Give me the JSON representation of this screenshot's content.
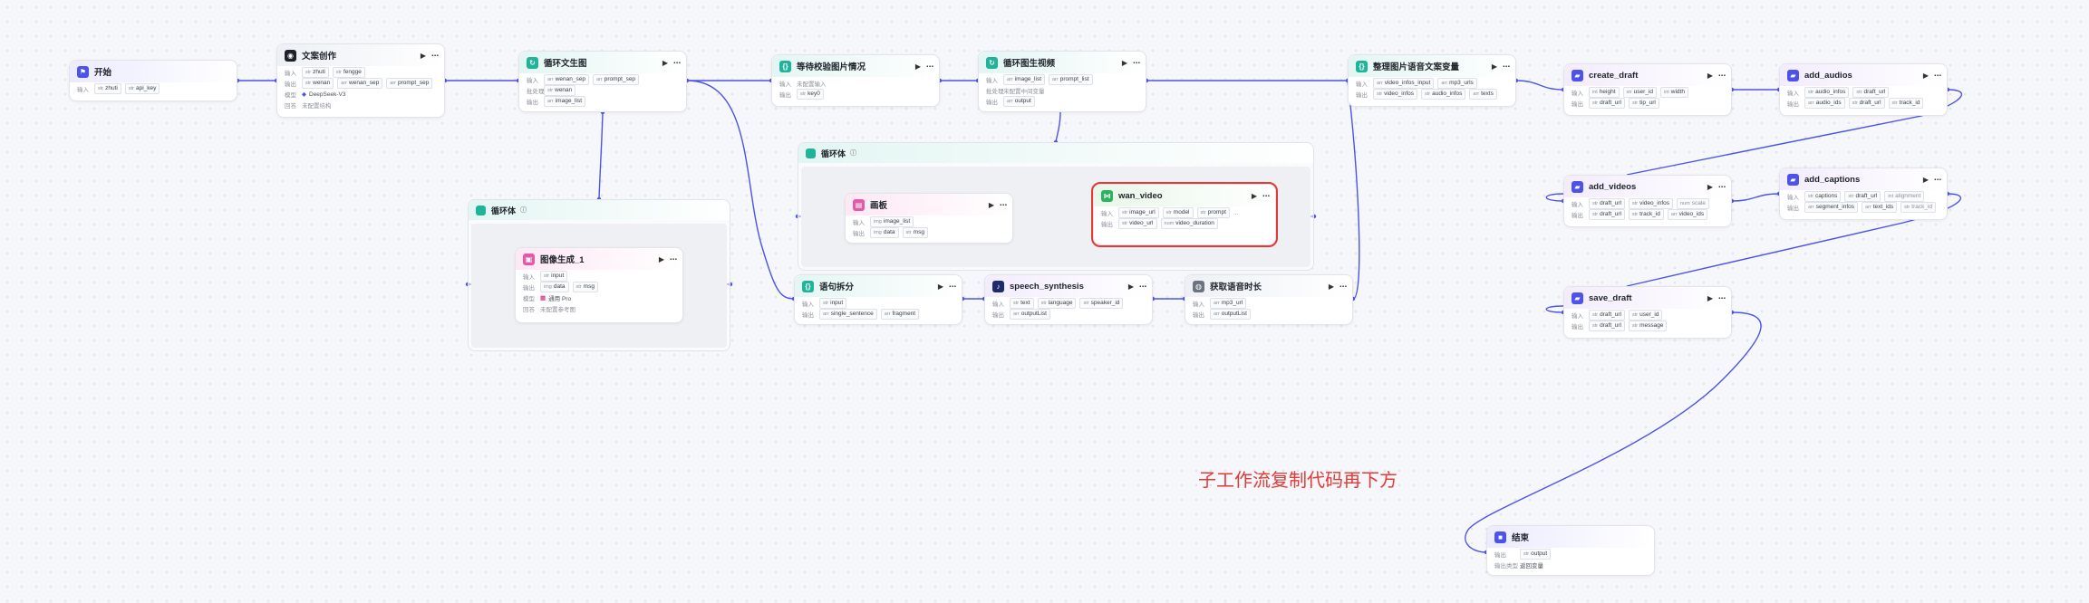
{
  "labels": {
    "in": "输入",
    "out": "输出",
    "model": "模型",
    "batch": "批处理",
    "reply": "回答",
    "output_type": "输出类型"
  },
  "nodes": {
    "start": {
      "title": "开始",
      "inputs": [
        "zhuti",
        "api_key"
      ]
    },
    "copywriting": {
      "title": "文案创作",
      "inputs": [
        "zhuti",
        "fengge"
      ],
      "outputs": [
        "wenan",
        "wenan_sep",
        "prompt_sep"
      ],
      "model": "DeepSeek-V3",
      "reply": "未配置结构"
    },
    "loop_text_image": {
      "title": "循环文生图",
      "inputs": [
        "wenan_sep",
        "prompt_sep"
      ],
      "batch_label": "批处理",
      "batch": [
        "wenan"
      ],
      "outputs": [
        "image_list"
      ]
    },
    "wait_check": {
      "title": "等待校验图片情况",
      "input_text": "未配置输入",
      "outputs": [
        "key0"
      ]
    },
    "loop_video": {
      "title": "循环图生视频",
      "inputs": [
        "image_list",
        "prompt_list"
      ],
      "batch_text": "未配置中间变量",
      "outputs": [
        "output"
      ]
    },
    "organize_vars": {
      "title": "整理图片语音文案变量",
      "inputs": [
        "video_infos_input",
        "mp3_urls"
      ],
      "outputs": [
        "video_infos",
        "audio_infos",
        "texts"
      ]
    },
    "create_draft": {
      "title": "create_draft",
      "inputs": [
        "height",
        "user_id",
        "width"
      ],
      "outputs": [
        "draft_url",
        "tip_url"
      ]
    },
    "add_audios": {
      "title": "add_audios",
      "inputs": [
        "audio_infos",
        "draft_url"
      ],
      "outputs": [
        "audio_ids",
        "draft_url",
        "track_id"
      ]
    },
    "add_videos": {
      "title": "add_videos",
      "inputs": [
        "draft_url",
        "video_infos",
        "scale"
      ],
      "outputs": [
        "draft_url",
        "track_id",
        "video_ids"
      ]
    },
    "add_captions": {
      "title": "add_captions",
      "inputs": [
        "captions",
        "draft_url",
        "alignment"
      ],
      "outputs": [
        "segment_infos",
        "text_ids",
        "track_id"
      ]
    },
    "save_draft": {
      "title": "save_draft",
      "inputs": [
        "draft_url",
        "user_id"
      ],
      "outputs": [
        "draft_url",
        "message"
      ]
    },
    "end": {
      "title": "结束",
      "outputs": [
        "output"
      ],
      "answer_type": "返回变量"
    },
    "loop_body_1": {
      "title": "循环体"
    },
    "image_gen": {
      "title": "图像生成_1",
      "inputs": [
        "input"
      ],
      "outputs": [
        "data",
        "msg"
      ],
      "model": "通用 Pro",
      "reply": "未配置参考图"
    },
    "loop_body_2": {
      "title": "循环体"
    },
    "canvas": {
      "title": "画板",
      "inputs": [
        "image_list"
      ],
      "outputs": [
        "data",
        "msg"
      ]
    },
    "wan_video": {
      "title": "wan_video",
      "inputs": [
        "image_url",
        "model",
        "prompt",
        "..."
      ],
      "outputs": [
        "video_url",
        "video_duration"
      ]
    },
    "sentence_split": {
      "title": "语句拆分",
      "inputs": [
        "input"
      ],
      "outputs": [
        "single_sentence",
        "fragment"
      ]
    },
    "speech_synthesis": {
      "title": "speech_synthesis",
      "inputs": [
        "text",
        "language",
        "speaker_id"
      ],
      "outputs": [
        "outputList"
      ]
    },
    "get_audio_duration": {
      "title": "获取语音时长",
      "inputs": [
        "mp3_url"
      ],
      "outputs": [
        "outputList"
      ]
    }
  },
  "annotation": "子工作流复制代码再下方",
  "colors": {
    "edge": "#4d53e8",
    "highlight": "#e53935"
  },
  "icons": {
    "start": "flag-icon",
    "llm": "brain-icon",
    "loop": "loop-icon",
    "code": "code-icon",
    "plugin": "plugin-icon",
    "image": "image-icon",
    "canvas": "canvas-icon",
    "workflow": "workflow-icon",
    "audio": "audio-icon",
    "end": "end-icon",
    "run": "play-icon",
    "more": "more-icon"
  }
}
